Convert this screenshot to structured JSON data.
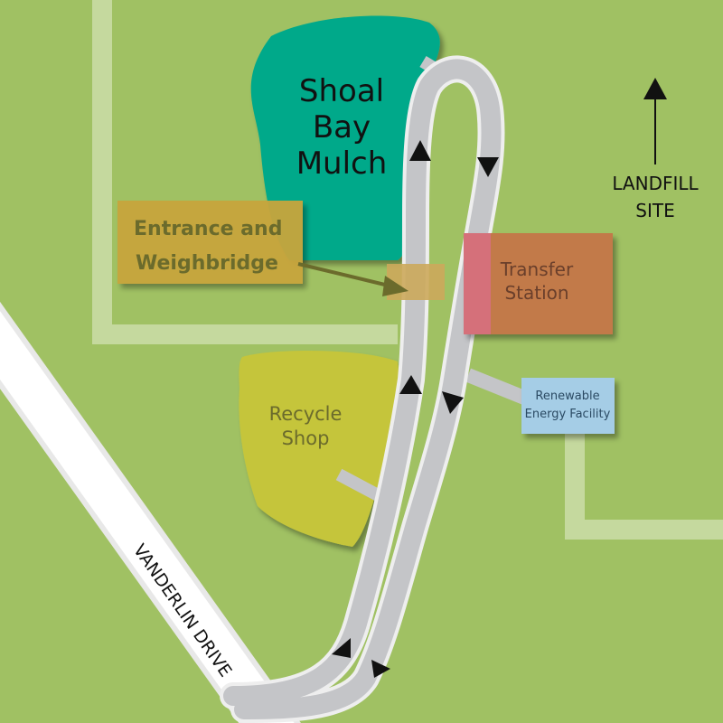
{
  "map": {
    "colors": {
      "background": "#a0c163",
      "path": "#c5d99e",
      "road": "#c4c5c8",
      "road_edge": "#eeeeee",
      "mulch_area": "#00a98a",
      "recycle_area": "#c5c53a",
      "entrance_box": "#c8a53e",
      "weighbridge_marker": "#cca95b",
      "transfer_station": "#c27a4a",
      "transfer_overlap": "#d5707a",
      "renewable_box": "#a5cde6",
      "arrow": "#111111"
    },
    "labels": {
      "shoal_bay_line1": "Shoal",
      "shoal_bay_line2": "Bay",
      "shoal_bay_line3": "Mulch",
      "entrance_line1": "Entrance and",
      "entrance_line2": "Weighbridge",
      "transfer_line1": "Transfer",
      "transfer_line2": "Station",
      "landfill_line1": "LANDFILL",
      "landfill_line2": "SITE",
      "renewable_line1": "Renewable",
      "renewable_line2": "Energy Facility",
      "recycle_line1": "Recycle",
      "recycle_line2": "Shop",
      "street": "VANDERLIN DRIVE"
    }
  }
}
